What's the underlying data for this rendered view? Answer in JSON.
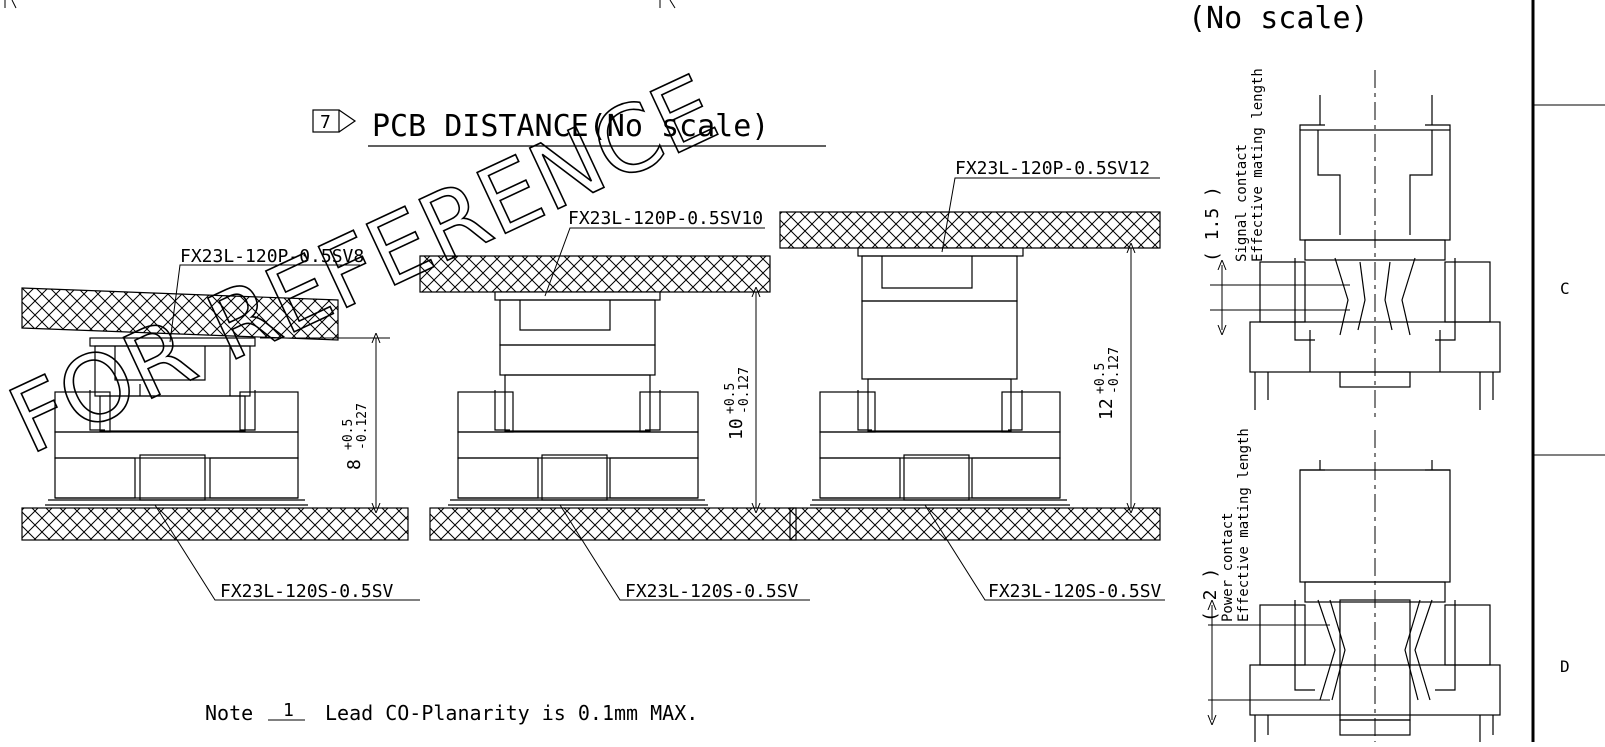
{
  "header": {
    "top_right_label": "(No scale)"
  },
  "section": {
    "badge": "7",
    "title": "PCB DISTANCE(No scale)"
  },
  "watermark": "FOR REFERENCE",
  "assemblies": [
    {
      "plug_part": "FX23L-120P-0.5SV8",
      "receptacle_part": "FX23L-120S-0.5SV",
      "height_nominal": "8",
      "tol_plus": "+0.5",
      "tol_minus": "-0.127"
    },
    {
      "plug_part": "FX23L-120P-0.5SV10",
      "receptacle_part": "FX23L-120S-0.5SV",
      "height_nominal": "10",
      "tol_plus": "+0.5",
      "tol_minus": "-0.127"
    },
    {
      "plug_part": "FX23L-120P-0.5SV12",
      "receptacle_part": "FX23L-120S-0.5SV",
      "height_nominal": "12",
      "tol_plus": "+0.5",
      "tol_minus": "-0.127"
    }
  ],
  "details": {
    "signal": {
      "dimension": "( 1.5 )",
      "line1": "Signal contact",
      "line2": "Effective mating length"
    },
    "power": {
      "dimension": "( 2 )",
      "line1": "Power contact",
      "line2": "Effective mating length"
    }
  },
  "border_zones": [
    "C",
    "D"
  ],
  "note": {
    "prefix": "Note",
    "number": "1",
    "text": "Lead CO-Planarity is 0.1mm MAX."
  }
}
